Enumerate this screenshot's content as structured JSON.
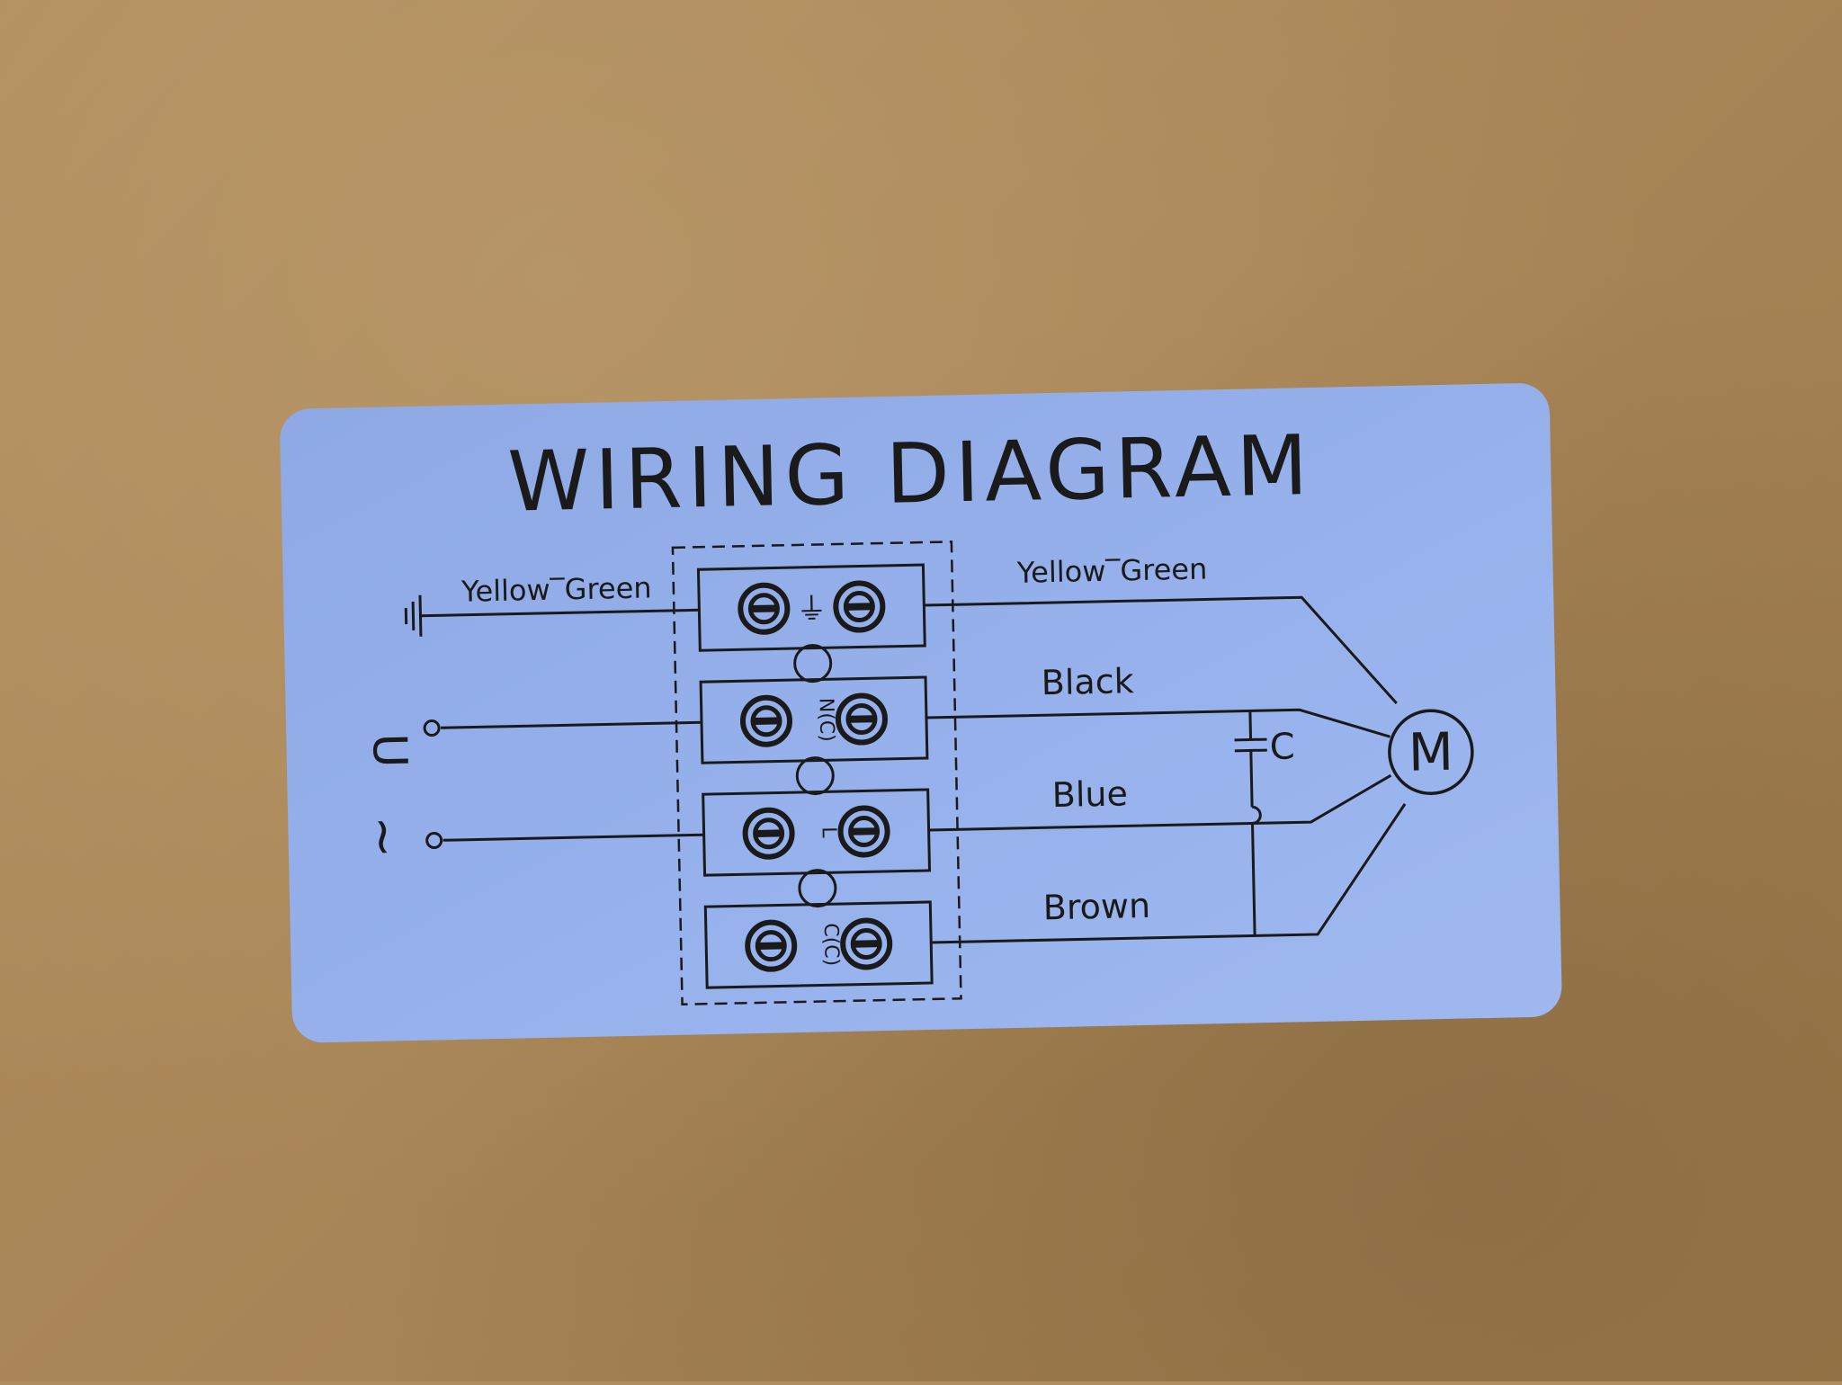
{
  "diagram": {
    "title": "WIRING DIAGRAM",
    "wires": {
      "earth_left": "Yellow‾Green",
      "earth_right": "Yellow‾Green",
      "black": "Black",
      "blue": "Blue",
      "brown": "Brown"
    },
    "supply": {
      "u": "U",
      "ac": "~"
    },
    "terminals": {
      "earth": "⏚",
      "nc": "N(C)",
      "l": "L",
      "cc": "C(C)"
    },
    "capacitor": "C",
    "motor": "M"
  },
  "colors": {
    "label": "#93aee8",
    "ink": "#1a1a1a",
    "cardboard": "#b08d5e"
  }
}
